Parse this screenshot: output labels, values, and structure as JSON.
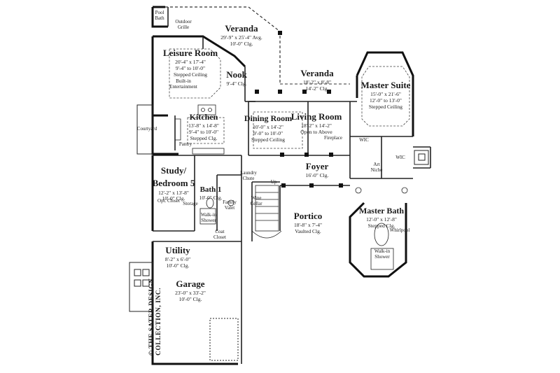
{
  "rooms": {
    "veranda_rear": {
      "name": "Veranda",
      "dims": "29'-9\" x 25'-4\" Avg.",
      "ceiling": "10'-0\" Clg."
    },
    "leisure": {
      "name": "Leisure Room",
      "dims": "20'-4\" x 17'-4\"",
      "ceiling": "9'-4\" to 10'-0\"",
      "note": "Stepped Ceiling"
    },
    "nook": {
      "name": "Nook",
      "ceiling": "9'-4\" Clg."
    },
    "veranda_side": {
      "name": "Veranda",
      "dims": "18'-2\" x 8'-8\"",
      "ceiling": "14'-2\" Clg."
    },
    "master_suite": {
      "name": "Master Suite",
      "dims": "15'-0\" x 21'-6\"",
      "ceiling": "12'-0\" to 13'-0\"",
      "note": "Stepped Ceiling"
    },
    "kitchen": {
      "name": "Kitchen",
      "dims": "13'-8\" x 14'-8\"",
      "ceiling": "9'-4\" to 10'-0\"",
      "note": "Stepped Clg."
    },
    "dining": {
      "name": "Dining Room",
      "dims": "10'-0\" x 14'-2\"",
      "ceiling": "9'-0\" to 10'-0\"",
      "note": "Stepped Ceiling"
    },
    "living": {
      "name": "Living Room",
      "dims": "18'-2\" x 14'-2\"",
      "note": "Open to Above"
    },
    "foyer": {
      "name": "Foyer",
      "ceiling": "16'-0\" Clg."
    },
    "study": {
      "name": "Study/",
      "name2": "Bedroom 5",
      "dims": "12'-2\" x 13'-8\"",
      "ceiling": "10'-0\" Clg."
    },
    "bath": {
      "name": "Bath 1",
      "ceiling": "10'-0\" Clg."
    },
    "portico": {
      "name": "Portico",
      "dims": "18'-8\" x 7'-4\"",
      "ceiling": "Vaulted Clg."
    },
    "master_bath": {
      "name": "Master Bath",
      "dims": "12'-0\" x 12'-8\"",
      "note": "Stepped Clg."
    },
    "utility": {
      "name": "Utility",
      "dims": "8'-2\" x 6'-0\"",
      "ceiling": "10'-0\" Clg."
    },
    "garage": {
      "name": "Garage",
      "dims": "23'-0\" x 33'-2\"",
      "ceiling": "10'-0\" Clg."
    }
  },
  "labels": {
    "pool_bath": "Pool\nBath",
    "outdoor_grille": "Outdoor\nGrille",
    "built_in": "Built-in\nEntertainment",
    "courtyard": "Courtyard",
    "pantry": "Pantry",
    "fireplace": "Fireplace",
    "wic1": "WIC",
    "wic2": "WIC",
    "art_niche": "Art\nNiche",
    "laundry": "Laundry\nChute",
    "up": "Up",
    "wine": "Wine\nCellar",
    "family_valet": "Family\nValet",
    "opt_closet": "Opt. Closet",
    "storage": "Storage",
    "walk_shower_bath1": "Walk-in\nShower",
    "coat_closet": "Coat\nCloset",
    "whirlpool": "Whirlpool",
    "walk_shower_master": "Walk-in\nShower"
  },
  "copyright": {
    "line1": "© THE SATER DESIGN",
    "line2": "COLLECTION, INC."
  }
}
